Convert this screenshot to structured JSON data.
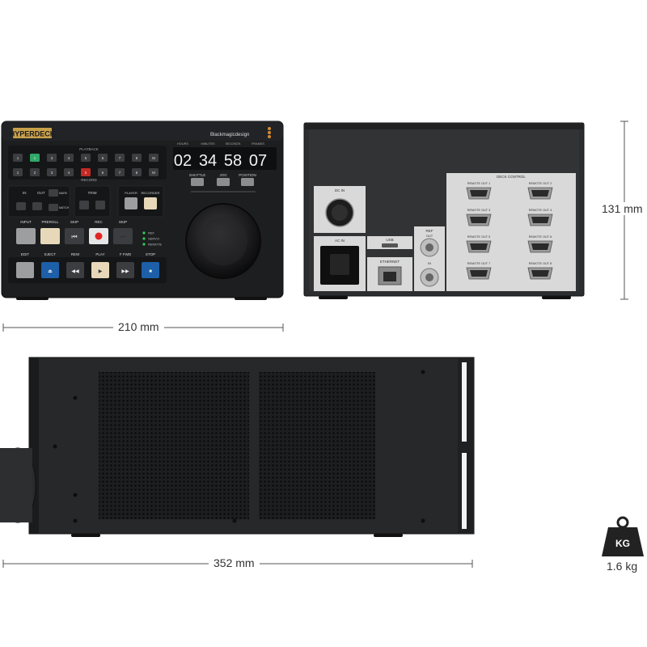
{
  "front_panel": {
    "logo": "HYPERDECK",
    "brand": "Blackmagicdesign",
    "playback_label": "PLAYBACK",
    "record_label": "RECORD",
    "top_row_keys": [
      "1",
      "2",
      "3",
      "4",
      "5",
      "6",
      "7",
      "8",
      "M"
    ],
    "second_row_keys": [
      "1",
      "2",
      "3",
      "4",
      "5",
      "6",
      "7",
      "8",
      "M"
    ],
    "timecode_headers": [
      "HOURS",
      "MINUTES",
      "SECONDS",
      "FRAMES"
    ],
    "timecode_digits": [
      "02",
      "34",
      "58",
      "07"
    ],
    "jog_modes": [
      "SHUTTLE",
      "JOG",
      "POSITION"
    ],
    "io_labels": {
      "in": "IN",
      "out": "OUT",
      "mark": "MARK",
      "match": "MATCH",
      "trim": "TRIM",
      "player": "PLAYER",
      "recorder": "RECORDER"
    },
    "transport_row1": [
      "INPUT",
      "PREROLL",
      "SKIP",
      "REC",
      "SKIP"
    ],
    "transport_row2": [
      "EDIT",
      "EJECT",
      "REW",
      "PLAY",
      "F FWD",
      "STOP"
    ],
    "indicators": [
      "REF",
      "SERVO",
      "REMOTE"
    ],
    "colors": {
      "green_key": "#2fa868",
      "red_key": "#c42a24",
      "blue_key": "#1d5fa8",
      "rec": "#e22424",
      "led": "#2ecc55",
      "logo_bg": "#c9a04a"
    }
  },
  "rear_panel": {
    "dc_in": "DC IN",
    "ac_in": "AC IN",
    "usb": "USB",
    "ethernet": "ETHERNET",
    "ref": "REF",
    "ref_out": "OUT",
    "ref_in": "IN",
    "deck_control": "DECK CONTROL",
    "remote_ports": [
      "REMOTE OUT 1",
      "REMOTE OUT 2",
      "REMOTE OUT 3",
      "REMOTE OUT 4",
      "REMOTE OUT 5",
      "REMOTE OUT 6",
      "REMOTE OUT 7",
      "REMOTE OUT 8"
    ]
  },
  "dimensions": {
    "width": "210 mm",
    "height": "131 mm",
    "depth": "352 mm",
    "weight_unit": "KG",
    "weight": "1.6 kg"
  }
}
